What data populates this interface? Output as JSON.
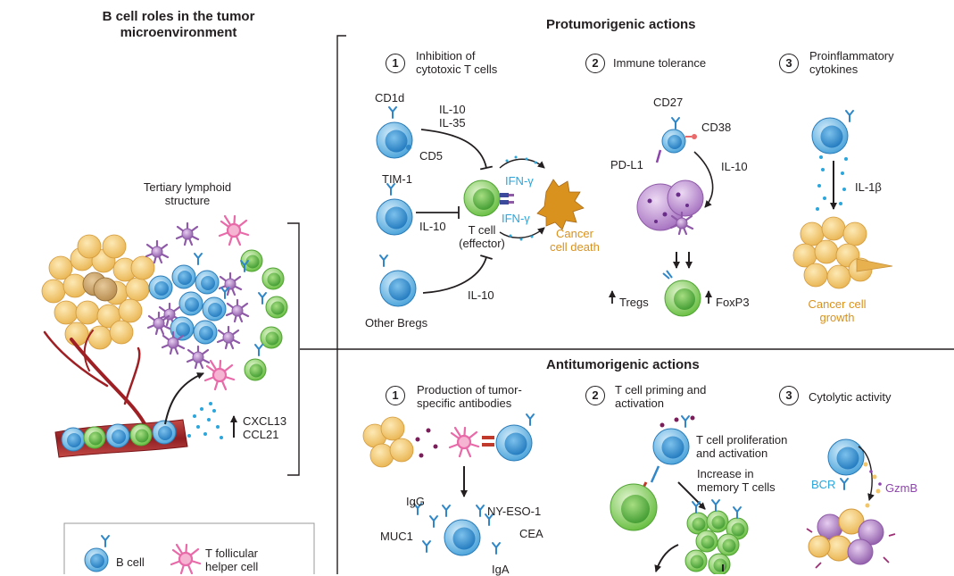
{
  "left_panel": {
    "title_line1": "B cell roles in the tumor",
    "title_line2": "microenvironment",
    "tls_label_line1": "Tertiary lymphoid",
    "tls_label_line2": "structure",
    "chemokine_1": "CXCL13",
    "chemokine_2": "CCL21"
  },
  "legend": {
    "b_cell": "B cell",
    "tfh_line1": "T follicular",
    "tfh_line2": "helper cell"
  },
  "protumor": {
    "heading": "Protumorigenic actions",
    "s1": {
      "num": "1",
      "title_line1": "Inhibition of",
      "title_line2": "cytotoxic T cells",
      "cd1d": "CD1d",
      "il10_top": "IL-10",
      "il35": "IL-35",
      "cd5": "CD5",
      "tim1": "TIM-1",
      "il10_mid": "IL-10",
      "tcell_line1": "T cell",
      "tcell_line2": "(effector)",
      "ifng_top": "IFN-γ",
      "ifng_bottom": "IFN-γ",
      "death_line1": "Cancer",
      "death_line2": "cell death",
      "il10_bottom": "IL-10",
      "other_bregs": "Other Bregs"
    },
    "s2": {
      "num": "2",
      "title": "Immune tolerance",
      "cd27": "CD27",
      "cd38": "CD38",
      "pdl1": "PD-L1",
      "il10": "IL-10",
      "tregs": "Tregs",
      "foxp3": "FoxP3"
    },
    "s3": {
      "num": "3",
      "title_line1": "Proinflammatory",
      "title_line2": "cytokines",
      "il1b": "IL-1β",
      "growth_line1": "Cancer cell",
      "growth_line2": "growth"
    }
  },
  "antitumor": {
    "heading": "Antitumorigenic actions",
    "s1": {
      "num": "1",
      "title_line1": "Production of tumor-",
      "title_line2": "specific antibodies",
      "igg": "IgG",
      "nyeso": "NY-ESO-1",
      "muc1": "MUC1",
      "cea": "CEA",
      "iga": "IgA"
    },
    "s2": {
      "num": "2",
      "title_line1": "T cell priming and",
      "title_line2": "activation",
      "prolif_line1": "T cell proliferation",
      "prolif_line2": "and activation",
      "mem_line1": "Increase in",
      "mem_line2": "memory T cells"
    },
    "s3": {
      "num": "3",
      "title": "Cytolytic activity",
      "bcr": "BCR",
      "gzmb": "GzmB"
    }
  },
  "colors": {
    "b_cell": "#5aaee0",
    "b_cell_nucleus": "#2f86c8",
    "t_cell": "#7fcf55",
    "t_cell_nucleus": "#4ea83a",
    "cancer": "#f2c66b",
    "tfh": "#e86aa8",
    "dc": "#9b59b6",
    "blood": "#9e2025",
    "cytokine": "#2aa6dc",
    "label_orange": "#d9921e"
  }
}
